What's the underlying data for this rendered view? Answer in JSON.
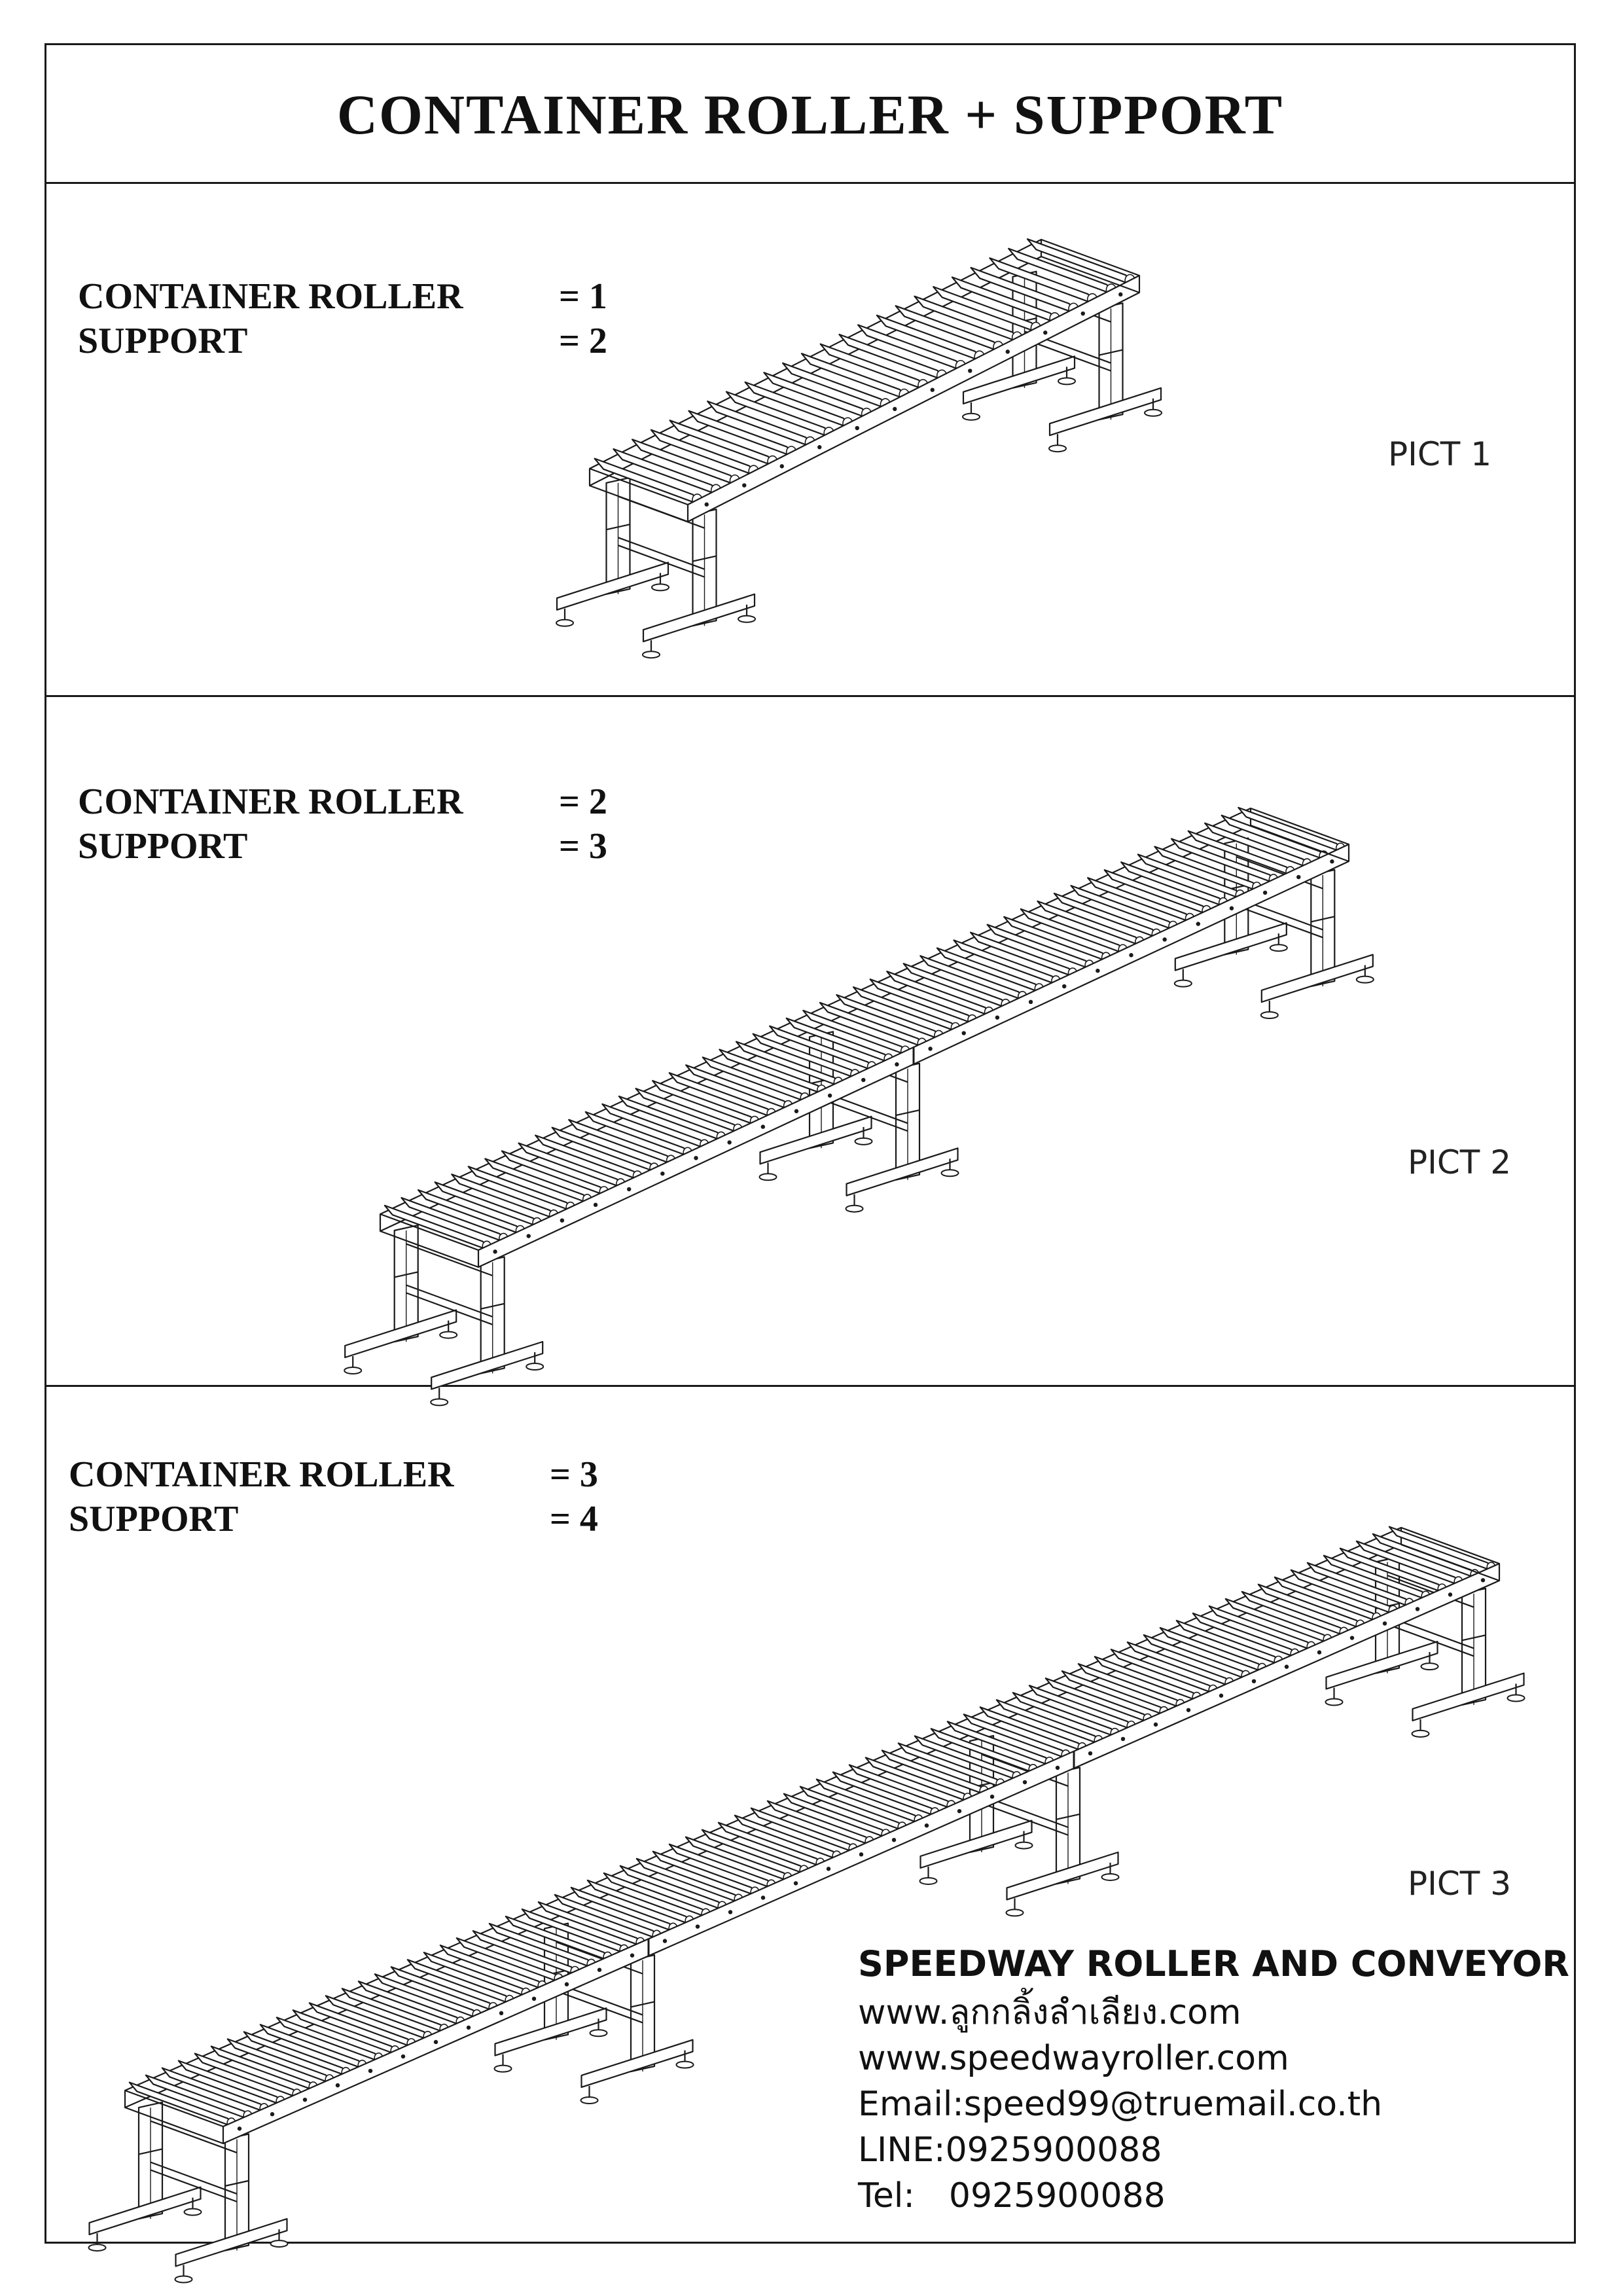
{
  "title": "CONTAINER  ROLLER + SUPPORT",
  "panels": [
    {
      "roller_label": "CONTAINER ROLLER",
      "roller_value": "= 1",
      "support_label": "SUPPORT",
      "support_value": "= 2",
      "pict": "PICT 1"
    },
    {
      "roller_label": "CONTAINER ROLLER",
      "roller_value": "= 2",
      "support_label": "SUPPORT",
      "support_value": "= 3",
      "pict": "PICT 2"
    },
    {
      "roller_label": "CONTAINER ROLLER",
      "roller_value": "= 3",
      "support_label": "SUPPORT",
      "support_value": "= 4",
      "pict": "PICT 3"
    }
  ],
  "contact": {
    "company": "SPEEDWAY ROLLER AND CONVEYOR",
    "web_thai": "www.ลูกกลิ้งลำเลียง.com",
    "web": "www.speedwayroller.com",
    "email": "Email:speed99@truemail.co.th",
    "line": "LINE:0925900088",
    "tel_label": "Tel:",
    "tel_value": "0925900088"
  }
}
